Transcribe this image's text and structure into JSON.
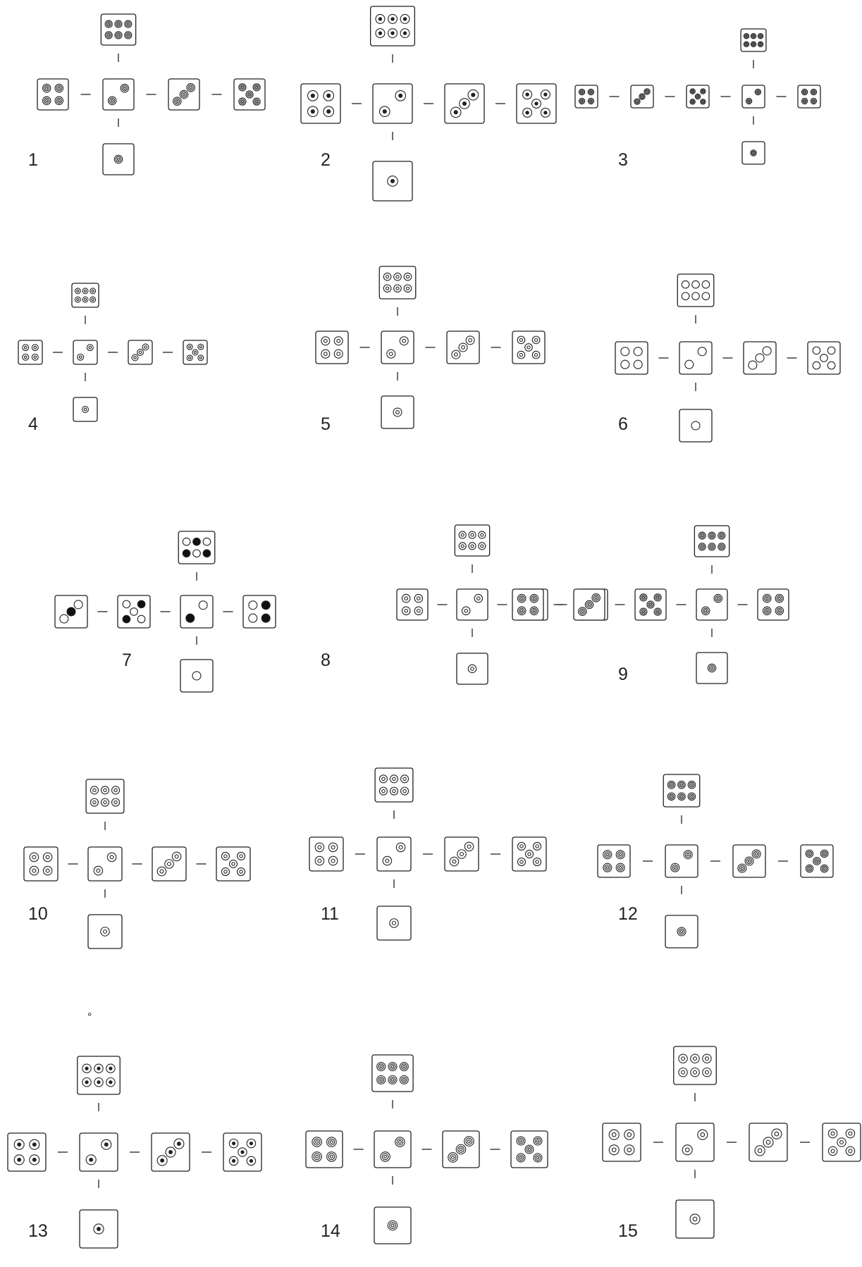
{
  "figure": {
    "dice": [
      {
        "number": "1",
        "pip": "ring3",
        "fill": "#ffffff"
      },
      {
        "number": "2",
        "pip": "dot",
        "fill": "#ffffff"
      },
      {
        "number": "3",
        "pip": "ring3",
        "fill": "#ffffff"
      },
      {
        "number": "4",
        "pip": "ring",
        "fill": "#ffffff"
      },
      {
        "number": "5",
        "pip": "ring",
        "fill": "#ffffff"
      },
      {
        "number": "6",
        "pip": "open",
        "fill": "#ffffff"
      },
      {
        "number": "7",
        "pip": "mixed-solid",
        "fill": "#ffffff"
      },
      {
        "number": "8",
        "pip": "ring",
        "fill": "#ffffff"
      },
      {
        "number": "9",
        "pip": "ring3",
        "fill": "#ffffff"
      },
      {
        "number": "10",
        "pip": "ring",
        "fill": "#ffffff"
      },
      {
        "number": "11",
        "pip": "ring",
        "fill": "#ffffff"
      },
      {
        "number": "12",
        "pip": "ring3",
        "fill": "#ffffff"
      },
      {
        "number": "13",
        "pip": "dot",
        "fill": "#ffffff"
      },
      {
        "number": "14",
        "pip": "ring3",
        "fill": "#ffffff"
      },
      {
        "number": "15",
        "pip": "ring",
        "fill": "#ffffff"
      }
    ],
    "stray_mark": "°"
  },
  "colors": {
    "ink": "#222222",
    "paper": "#ffffff",
    "solid_pip": "#111111"
  }
}
